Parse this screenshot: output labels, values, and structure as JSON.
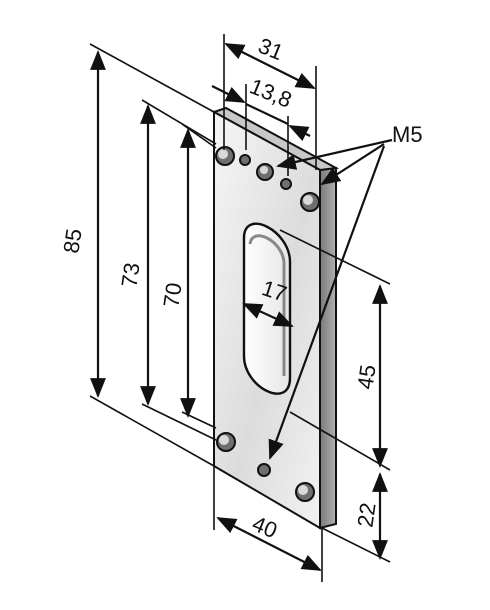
{
  "diagram": {
    "part": "flat mounting plate with elongated slot and screw holes",
    "dimensions": {
      "overall_height": "85",
      "hole_spacing_outer": "73",
      "hole_spacing_inner": "70",
      "top_width": "31",
      "small_hole_offset": "13,8",
      "slot_width": "17",
      "slot_length": "45",
      "bottom_offset": "22",
      "plate_width": "40"
    },
    "thread_callout": "M5",
    "colors": {
      "plate_face": "#eaeaea",
      "plate_side": "#9a9a9a",
      "line": "#111111"
    }
  }
}
